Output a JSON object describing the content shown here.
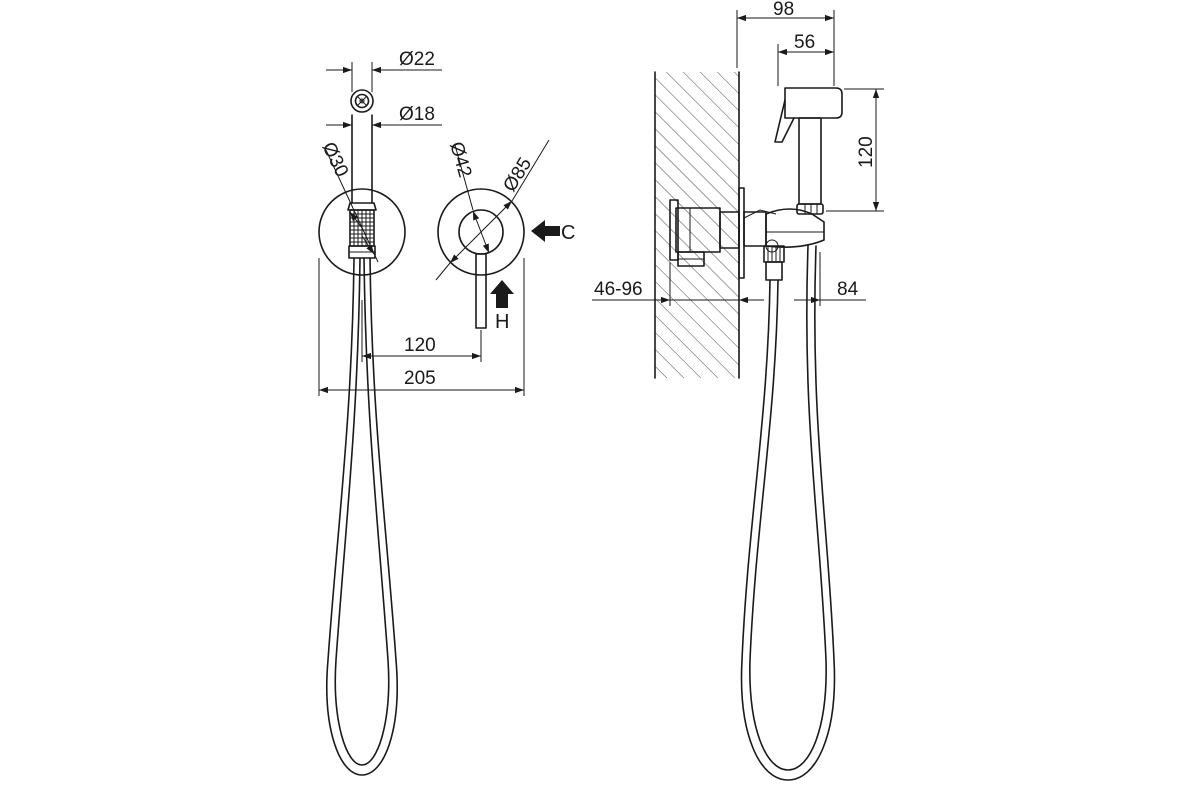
{
  "front_view": {
    "dims": {
      "hose_outer_diameter": "Ø22",
      "hose_inner_diameter": "Ø18",
      "holder_diameter": "Ø30",
      "handle_base_diameter": "Ø42",
      "plate_diameter": "Ø85",
      "center_distance": "120",
      "total_width": "205"
    },
    "inlets": {
      "cold": "C",
      "hot": "H"
    }
  },
  "side_view": {
    "dims": {
      "total_depth": "98",
      "sprayer_depth": "56",
      "sprayer_height": "120",
      "wall_depth_range": "46-96",
      "projection": "84"
    }
  }
}
